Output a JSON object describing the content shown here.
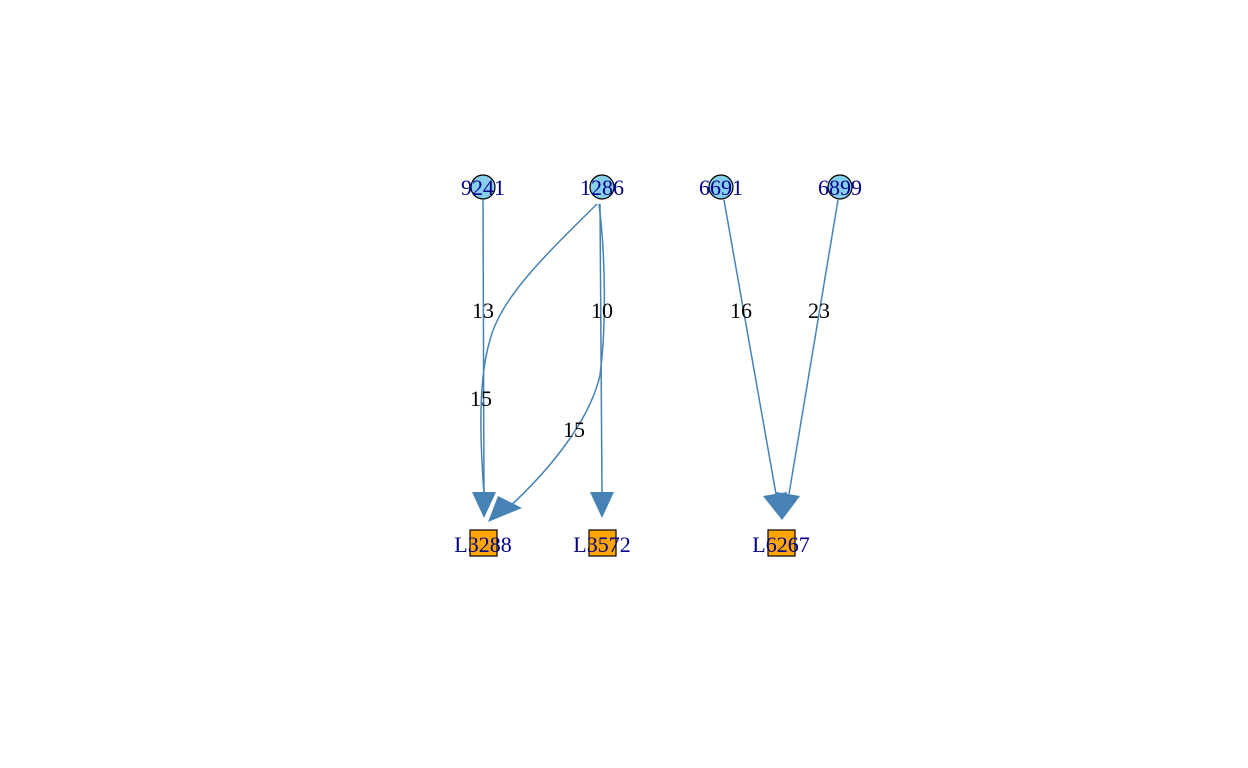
{
  "graph": {
    "source_nodes": [
      {
        "id": "9241",
        "label": "9241"
      },
      {
        "id": "1286",
        "label": "1286"
      },
      {
        "id": "6691",
        "label": "6691"
      },
      {
        "id": "6899",
        "label": "6899"
      }
    ],
    "target_nodes": [
      {
        "id": "L3288",
        "label": "L3288"
      },
      {
        "id": "L3572",
        "label": "L3572"
      },
      {
        "id": "L6267",
        "label": "L6267"
      }
    ],
    "edges": [
      {
        "from": "9241",
        "to": "L3288",
        "label": "13"
      },
      {
        "from": "1286",
        "to": "L3288",
        "label": "15"
      },
      {
        "from": "1286",
        "to": "L3572",
        "label": "10"
      },
      {
        "from": "1286",
        "to": "L3288",
        "label": "15"
      },
      {
        "from": "6691",
        "to": "L6267",
        "label": "16"
      },
      {
        "from": "6899",
        "to": "L6267",
        "label": "23"
      }
    ],
    "colors": {
      "source_node_fill": "#87ceeb",
      "target_node_fill": "#ffa500",
      "edge_color": "#4682b4",
      "node_label_color": "#00008b",
      "edge_label_color": "#000000"
    }
  }
}
